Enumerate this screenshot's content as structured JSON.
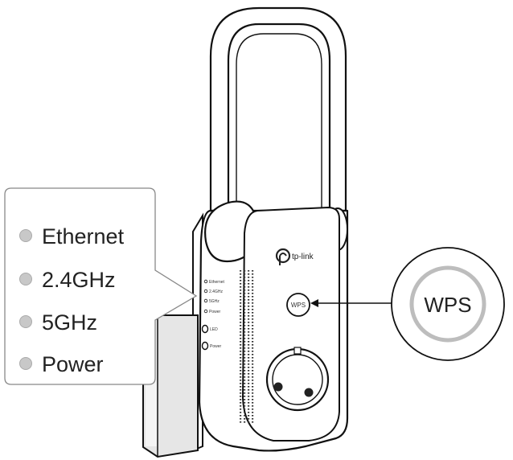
{
  "callout": {
    "leds": [
      {
        "label": "Ethernet"
      },
      {
        "label": "2.4GHz"
      },
      {
        "label": "5GHz"
      },
      {
        "label": "Power"
      }
    ]
  },
  "device": {
    "brand": "tp-link",
    "panel_leds": [
      {
        "label": "Ethernet"
      },
      {
        "label": "2.4GHz"
      },
      {
        "label": "5GHz"
      },
      {
        "label": "Power"
      }
    ],
    "buttons": [
      {
        "label": "LED"
      },
      {
        "label": "Power"
      }
    ],
    "wps_button_label": "WPS"
  },
  "zoom": {
    "wps_label": "WPS"
  },
  "colors": {
    "led_dot": "#c8c8c8",
    "outline": "#111111",
    "wall": "#e4e4e4"
  }
}
